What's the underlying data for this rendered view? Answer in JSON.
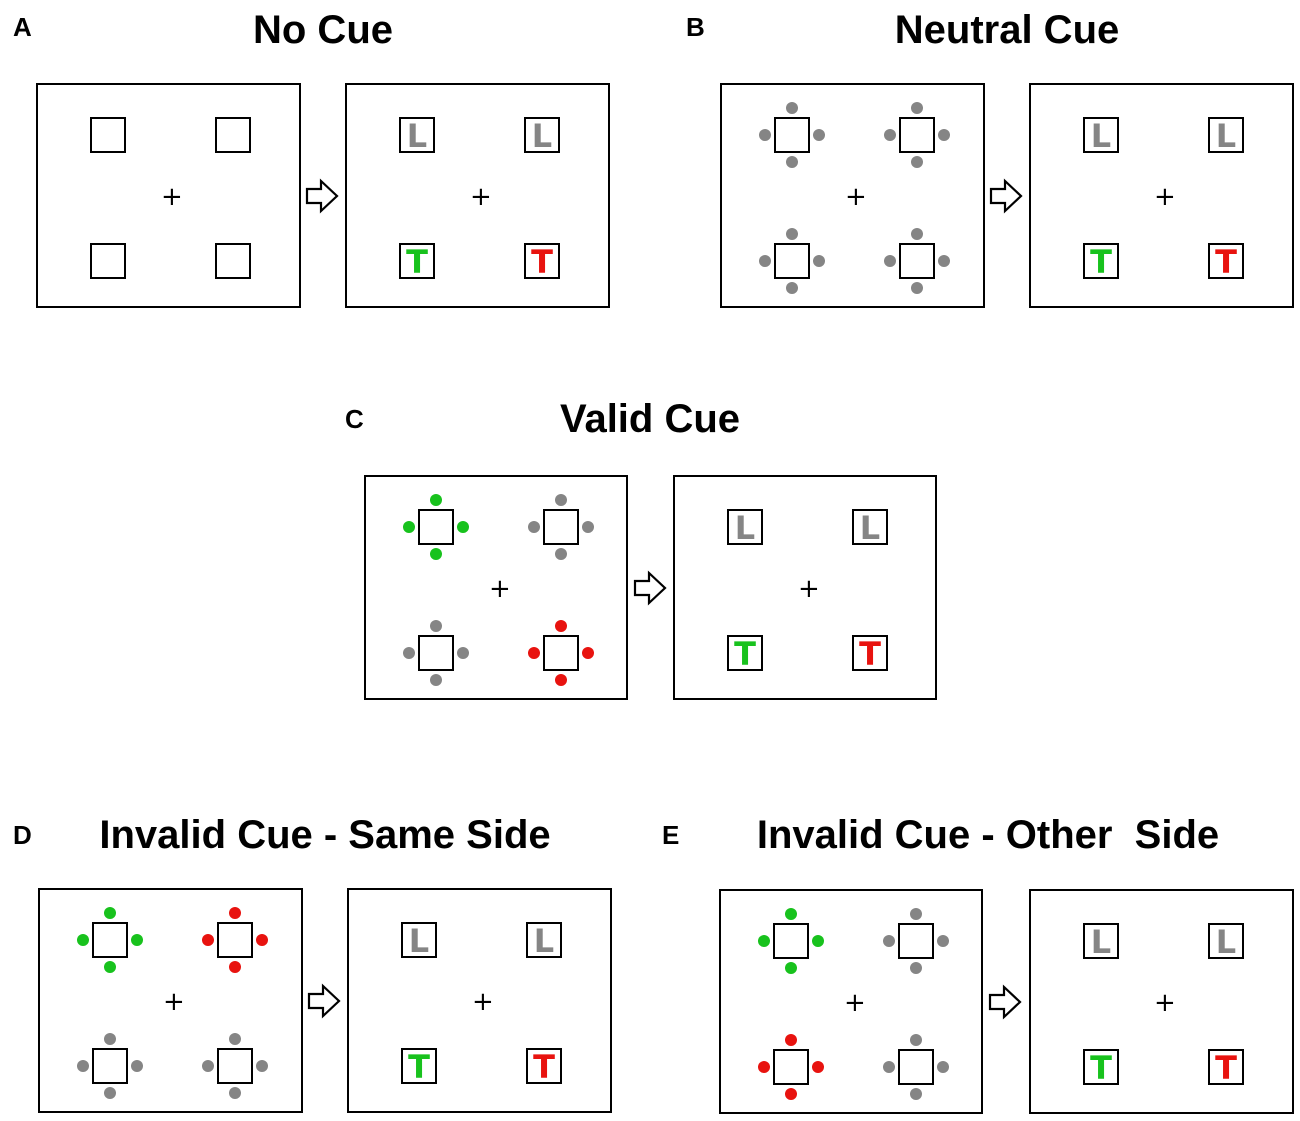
{
  "colors": {
    "gray": "#858585",
    "green": "#18c21d",
    "red": "#e8130f",
    "black": "#000000"
  },
  "icons": {
    "arrow": "hollow-right-arrow-icon",
    "fixation": "fixation-cross-icon"
  },
  "fixation_symbol": "+",
  "target_letter": "T",
  "distractor_letter": "L",
  "panels": [
    {
      "id": "A",
      "letter": "A",
      "title": "No Cue",
      "cue_display": {
        "top-left": "none",
        "top-right": "none",
        "bottom-left": "none",
        "bottom-right": "none"
      },
      "target_display": {
        "top-left": {
          "char": "L",
          "color": "gray"
        },
        "top-right": {
          "char": "L",
          "color": "gray"
        },
        "bottom-left": {
          "char": "T",
          "color": "green"
        },
        "bottom-right": {
          "char": "T",
          "color": "red"
        }
      }
    },
    {
      "id": "B",
      "letter": "B",
      "title": "Neutral Cue",
      "cue_display": {
        "top-left": "gray",
        "top-right": "gray",
        "bottom-left": "gray",
        "bottom-right": "gray"
      },
      "target_display": {
        "top-left": {
          "char": "L",
          "color": "gray"
        },
        "top-right": {
          "char": "L",
          "color": "gray"
        },
        "bottom-left": {
          "char": "T",
          "color": "green"
        },
        "bottom-right": {
          "char": "T",
          "color": "red"
        }
      }
    },
    {
      "id": "C",
      "letter": "C",
      "title": "Valid Cue",
      "cue_display": {
        "top-left": "green",
        "top-right": "gray",
        "bottom-left": "gray",
        "bottom-right": "red"
      },
      "target_display": {
        "top-left": {
          "char": "L",
          "color": "gray"
        },
        "top-right": {
          "char": "L",
          "color": "gray"
        },
        "bottom-left": {
          "char": "T",
          "color": "green"
        },
        "bottom-right": {
          "char": "T",
          "color": "red"
        }
      }
    },
    {
      "id": "D",
      "letter": "D",
      "title": "Invalid Cue - Same Side",
      "cue_display": {
        "top-left": "green",
        "top-right": "red",
        "bottom-left": "gray",
        "bottom-right": "gray"
      },
      "target_display": {
        "top-left": {
          "char": "L",
          "color": "gray"
        },
        "top-right": {
          "char": "L",
          "color": "gray"
        },
        "bottom-left": {
          "char": "T",
          "color": "green"
        },
        "bottom-right": {
          "char": "T",
          "color": "red"
        }
      }
    },
    {
      "id": "E",
      "letter": "E",
      "title": "Invalid Cue - Other  Side",
      "cue_display": {
        "top-left": "green",
        "top-right": "gray",
        "bottom-left": "red",
        "bottom-right": "gray"
      },
      "target_display": {
        "top-left": {
          "char": "L",
          "color": "gray"
        },
        "top-right": {
          "char": "L",
          "color": "gray"
        },
        "bottom-left": {
          "char": "T",
          "color": "green"
        },
        "bottom-right": {
          "char": "T",
          "color": "red"
        }
      }
    }
  ]
}
